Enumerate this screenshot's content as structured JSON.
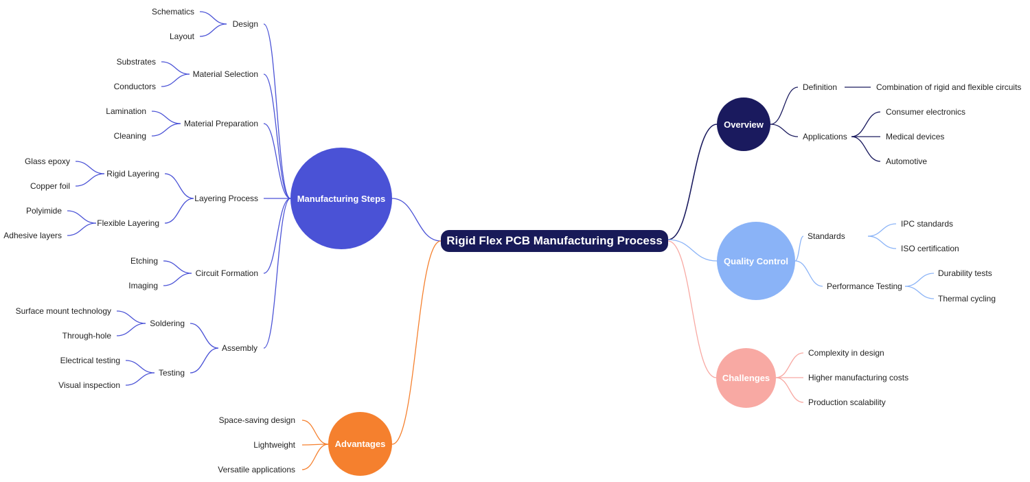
{
  "root": {
    "label": "Rigid Flex PCB Manufacturing Process"
  },
  "colors": {
    "overview": "#1a1a5e",
    "manufacturing": "#4a52d6",
    "quality": "#8ab3f7",
    "challenges": "#f8a9a3",
    "advantages": "#f5802e",
    "root": "#181a58"
  },
  "overview": {
    "label": "Overview",
    "definition": {
      "label": "Definition",
      "child": "Combination of rigid and flexible circuits"
    },
    "applications": {
      "label": "Applications",
      "items": [
        "Consumer electronics",
        "Medical devices",
        "Automotive"
      ]
    }
  },
  "quality": {
    "label": "Quality Control",
    "standards": {
      "label": "Standards",
      "items": [
        "IPC standards",
        "ISO certification"
      ]
    },
    "performance": {
      "label": "Performance Testing",
      "items": [
        "Durability tests",
        "Thermal cycling"
      ]
    }
  },
  "challenges": {
    "label": "Challenges",
    "items": [
      "Complexity in design",
      "Higher manufacturing costs",
      "Production scalability"
    ]
  },
  "advantages": {
    "label": "Advantages",
    "items": [
      "Space-saving design",
      "Lightweight",
      "Versatile applications"
    ]
  },
  "manufacturing": {
    "label": "Manufacturing Steps",
    "design": {
      "label": "Design",
      "items": [
        "Schematics",
        "Layout"
      ]
    },
    "material_selection": {
      "label": "Material Selection",
      "items": [
        "Substrates",
        "Conductors"
      ]
    },
    "material_preparation": {
      "label": "Material Preparation",
      "items": [
        "Lamination",
        "Cleaning"
      ]
    },
    "layering": {
      "label": "Layering Process",
      "rigid": {
        "label": "Rigid Layering",
        "items": [
          "Glass epoxy",
          "Copper foil"
        ]
      },
      "flexible": {
        "label": "Flexible Layering",
        "items": [
          "Polyimide",
          "Adhesive layers"
        ]
      }
    },
    "circuit": {
      "label": "Circuit Formation",
      "items": [
        "Etching",
        "Imaging"
      ]
    },
    "assembly": {
      "label": "Assembly",
      "soldering": {
        "label": "Soldering",
        "items": [
          "Surface mount technology",
          "Through-hole"
        ]
      },
      "testing": {
        "label": "Testing",
        "items": [
          "Electrical testing",
          "Visual inspection"
        ]
      }
    }
  }
}
